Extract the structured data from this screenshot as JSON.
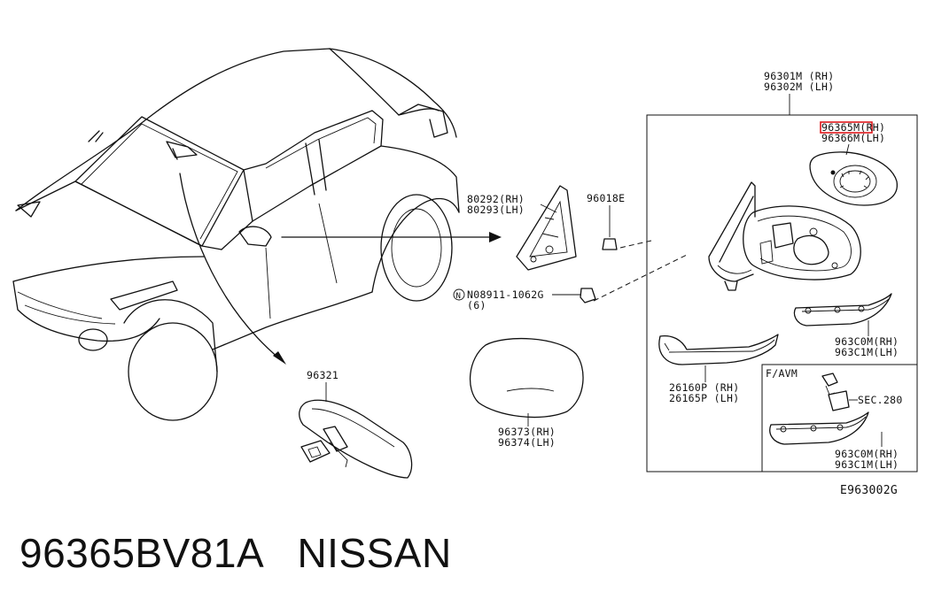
{
  "parts": {
    "mirror_assy_rh": "96301M (RH)",
    "mirror_assy_lh": "96302M (LH)",
    "glass_rh": "96365M(RH)",
    "glass_lh": "96366M(LH)",
    "corner_rh": "80292(RH)",
    "corner_lh": "80293(LH)",
    "nut_part": "96018E",
    "bolt_part": "N08911-1062G",
    "bolt_qty": "(6)",
    "inner_mirror": "96321",
    "cover_rh": "96373(RH)",
    "cover_lh": "96374(LH)",
    "lamp_rh": "26160P (RH)",
    "lamp_lh": "26165P (LH)",
    "bracket_rh": "963C0M(RH)",
    "bracket_lh": "963C1M(LH)",
    "avm_title": "F/AVM",
    "sec_ref": "SEC.280",
    "bracket2_rh": "963C0M(RH)",
    "bracket2_lh": "963C1M(LH)",
    "diagram_code": "E963002G"
  },
  "caption": {
    "part_number": "96365BV81A",
    "brand": "NISSAN"
  },
  "colors": {
    "line": "#111111",
    "highlight": "#e0181c",
    "background": "#ffffff"
  }
}
